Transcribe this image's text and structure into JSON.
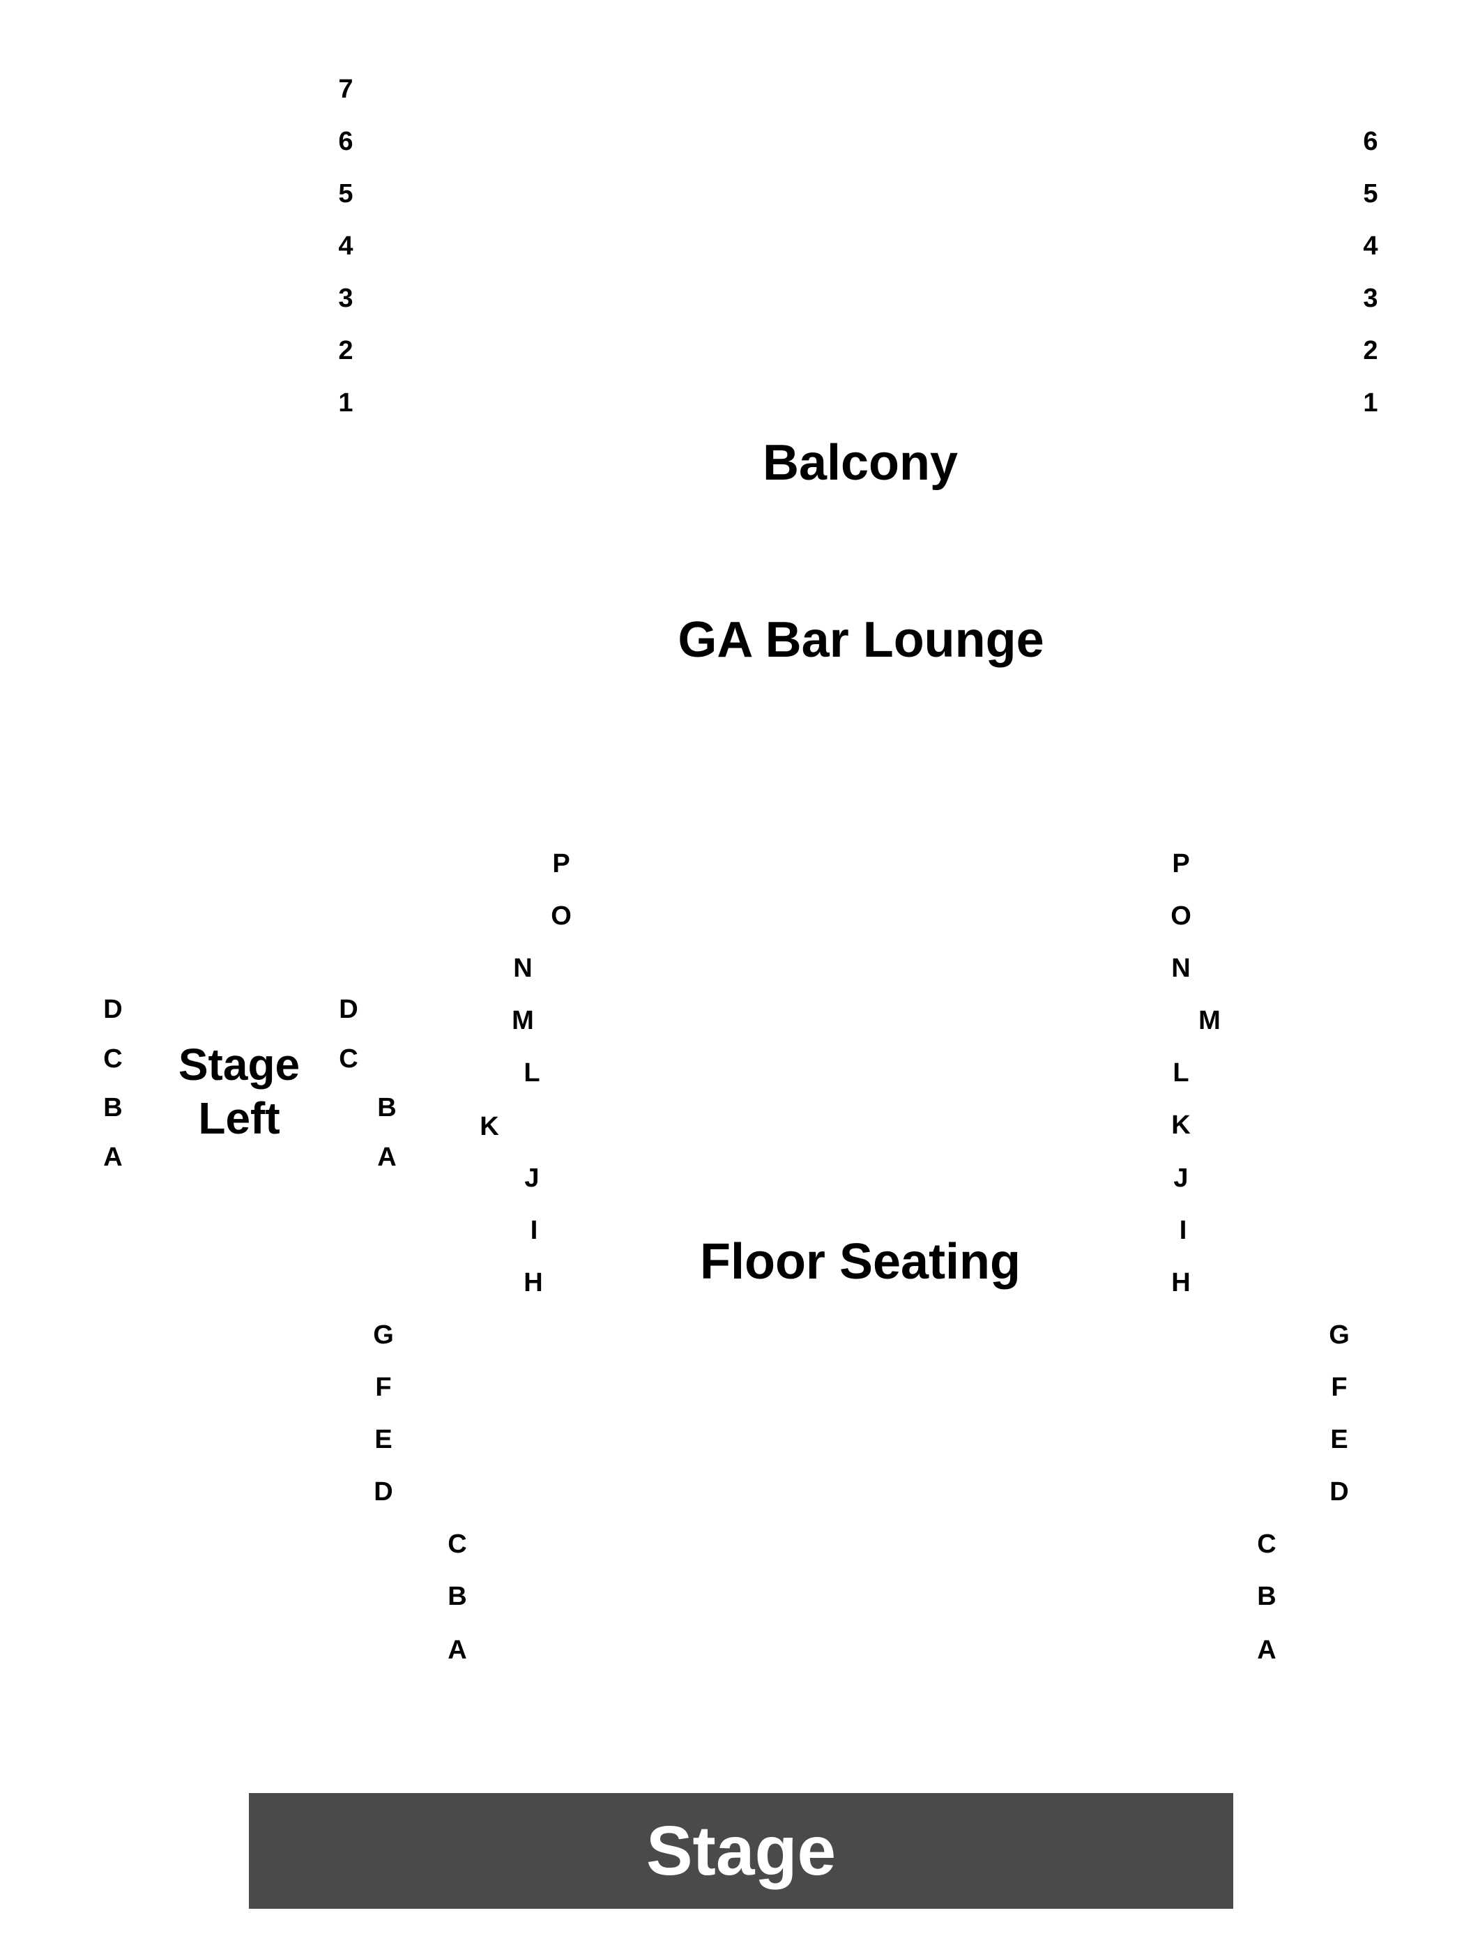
{
  "sections": {
    "balcony": "Balcony",
    "ga_bar_lounge": "GA Bar Lounge",
    "floor_seating": "Floor Seating",
    "stage_left": "Stage Left",
    "stage": "Stage"
  },
  "colors": {
    "stage_fill": "#4a4a4a",
    "stage_text": "#ffffff",
    "label_text": "#000000",
    "background": "#ffffff"
  },
  "balcony_rows_left": [
    "7",
    "6",
    "5",
    "4",
    "3",
    "2",
    "1"
  ],
  "balcony_rows_right": [
    "6",
    "5",
    "4",
    "3",
    "2",
    "1"
  ],
  "stage_left_rows_outer": [
    "D",
    "C",
    "B",
    "A"
  ],
  "stage_left_rows_inner": [
    "D",
    "C",
    "B",
    "A"
  ],
  "floor_rows_left_upper": [
    "P",
    "O",
    "N",
    "M",
    "L",
    "K",
    "J",
    "I",
    "H"
  ],
  "floor_rows_left_middle": [
    "G",
    "F",
    "E",
    "D"
  ],
  "floor_rows_left_lower": [
    "C",
    "B",
    "A"
  ],
  "floor_rows_right_upper": [
    "P",
    "O",
    "N",
    "M",
    "L",
    "K",
    "J",
    "I",
    "H"
  ],
  "floor_rows_right_middle": [
    "G",
    "F",
    "E",
    "D"
  ],
  "floor_rows_right_lower": [
    "C",
    "B",
    "A"
  ]
}
